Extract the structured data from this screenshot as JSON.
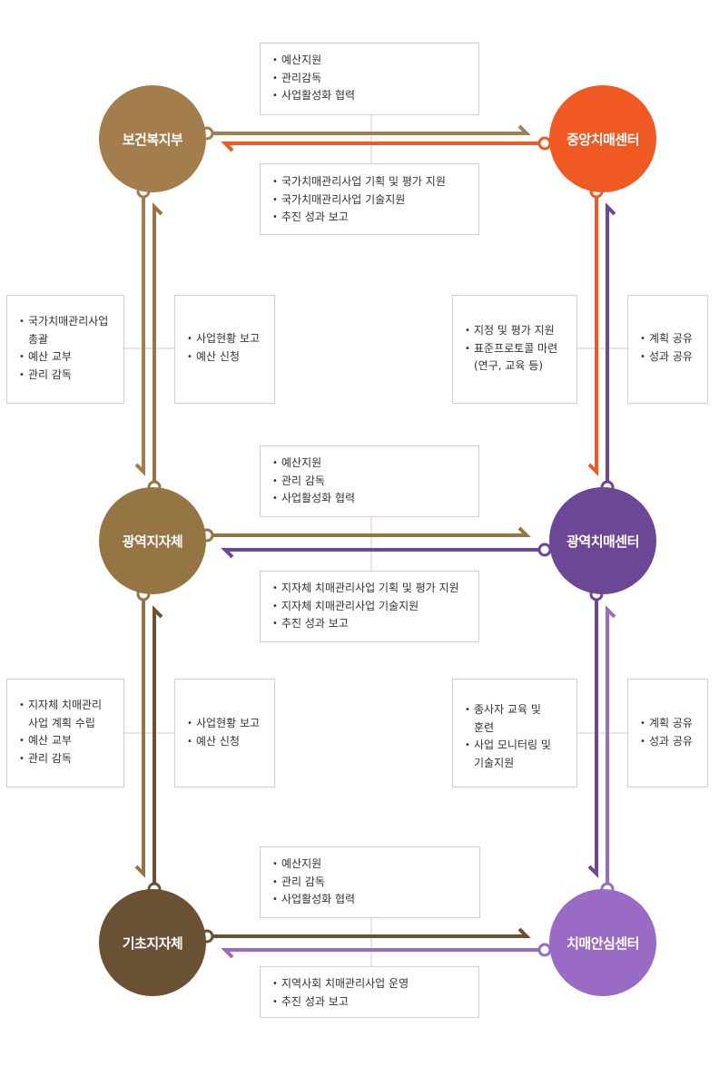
{
  "nodes": {
    "mohw": {
      "label": "보건복지부",
      "color": "#a37d4b"
    },
    "central": {
      "label": "중앙치매센터",
      "color": "#f05a22"
    },
    "metro_gov": {
      "label": "광역지자체",
      "color": "#967544"
    },
    "metro_center": {
      "label": "광역치매센터",
      "color": "#6b4796"
    },
    "local_gov": {
      "label": "기초지자체",
      "color": "#6b5133"
    },
    "dementia_center": {
      "label": "치매안심센터",
      "color": "#9a6bc4"
    }
  },
  "boxes": {
    "top_upper": [
      "예산지원",
      "관리감독",
      "사업활성화 협력"
    ],
    "top_lower": [
      "국가치매관리사업 기획 및 평가 지원",
      "국가치매관리사업 기술지원",
      "추진 성과 보고"
    ],
    "left1_outer": [
      "국가치매관리사업\n총괄",
      "예산 교부",
      "관리 감독"
    ],
    "left1_inner": [
      "사업현황 보고",
      "예산 신청"
    ],
    "right1_inner": [
      "지정 및 평가 지원",
      "표준프로토콜 마련\n(연구, 교육 등)"
    ],
    "right1_outer": [
      "계획 공유",
      "성과 공유"
    ],
    "mid_upper": [
      "예산지원",
      "관리 감독",
      "사업활성화 협력"
    ],
    "mid_lower": [
      "지자체 치매관리사업 기획 및 평가 지원",
      "지자체 치매관리사업 기술지원",
      "추진 성과 보고"
    ],
    "left2_outer": [
      "지자체 치매관리\n사업 계획 수립",
      "예산 교부",
      "관리 감독"
    ],
    "left2_inner": [
      "사업현황 보고",
      "예산 신청"
    ],
    "right2_inner": [
      "종사자 교육 및\n훈련",
      "사업 모니터링 및\n기술지원"
    ],
    "right2_outer": [
      "계획 공유",
      "성과 공유"
    ],
    "bot_upper": [
      "예산지원",
      "관리 감독",
      "사업활성화 협력"
    ],
    "bot_lower": [
      "지역사회 치매관리사업 운영",
      "추진 성과 보고"
    ]
  },
  "colors": {
    "connector_line": "#cccccc",
    "box_border": "#cfcfcf"
  }
}
